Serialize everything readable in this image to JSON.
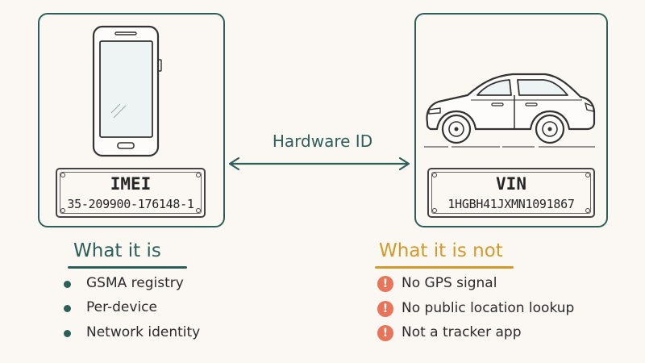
{
  "left_panel": {
    "plate_title": "IMEI",
    "plate_code": "35-209900-176148-1",
    "device_icon": "smartphone-icon"
  },
  "right_panel": {
    "plate_title": "VIN",
    "plate_code": "1HGBH41JXMN1091867",
    "device_icon": "car-icon"
  },
  "connector": {
    "label": "Hardware ID",
    "icon": "double-arrow-icon"
  },
  "what_it_is": {
    "title": "What it is",
    "items": [
      "GSMA registry",
      "Per-device",
      "Network identity"
    ],
    "bullet_icon": "dot-bullet-icon"
  },
  "what_it_is_not": {
    "title": "What it is not",
    "items": [
      "No GPS signal",
      "No public location lookup",
      "Not a tracker app"
    ],
    "bullet_icon": "exclamation-icon"
  },
  "colors": {
    "teal": "#2d5f59",
    "amber": "#d39a2b",
    "warning": "#e8745a"
  }
}
